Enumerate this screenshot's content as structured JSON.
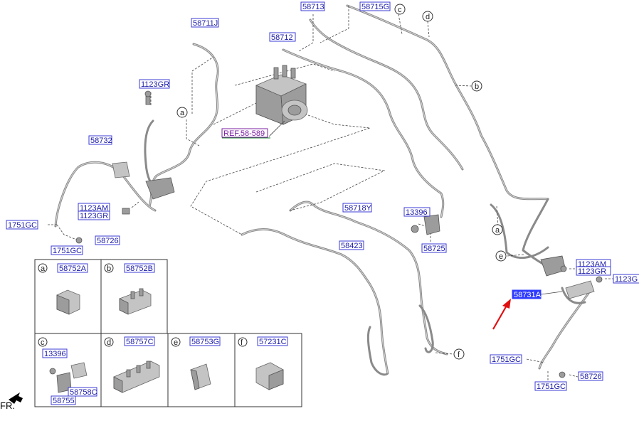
{
  "callouts": {
    "p58711J": "58711J",
    "p58713": "58713",
    "p58715G": "58715G",
    "p58712": "58712",
    "p1123GR_top": "1123GR",
    "p58732": "58732",
    "ref_58_589": "REF.58-589",
    "p1123AM_left": "1123AM",
    "p1123GR_left": "1123GR",
    "p1751GC_left_a": "1751GC",
    "p1751GC_left_b": "1751GC",
    "p58726_left": "58726",
    "p58718Y": "58718Y",
    "p13396_mid": "13396",
    "p58725": "58725",
    "p58423": "58423",
    "p1123AM_right": "1123AM",
    "p1123GR_right": "1123GR",
    "p1123G_edge": "1123G",
    "p58731A": "58731A",
    "p1751GC_right_a": "1751GC",
    "p1751GC_right_b": "1751GC",
    "p58726_right": "58726"
  },
  "circle_letters": {
    "a1": "a",
    "a2": "a",
    "b": "b",
    "c": "c",
    "d": "d",
    "e": "e",
    "f": "f"
  },
  "legend": {
    "cell_a": {
      "letter": "a",
      "part": "58752A"
    },
    "cell_b": {
      "letter": "b",
      "part": "58752B"
    },
    "cell_c": {
      "letter": "c",
      "sub_parts": [
        "13396",
        "58758C",
        "58755"
      ]
    },
    "cell_d": {
      "letter": "d",
      "part": "58757C"
    },
    "cell_e": {
      "letter": "e",
      "part": "58753G"
    },
    "cell_f": {
      "letter": "f",
      "part": "57231C"
    }
  },
  "front_indicator": "FR.",
  "colors": {
    "label_blue": "#1a1aa8",
    "highlight": "#2f3cff",
    "ref_purple": "#7a1fa2",
    "arrow_red": "#e01010"
  }
}
